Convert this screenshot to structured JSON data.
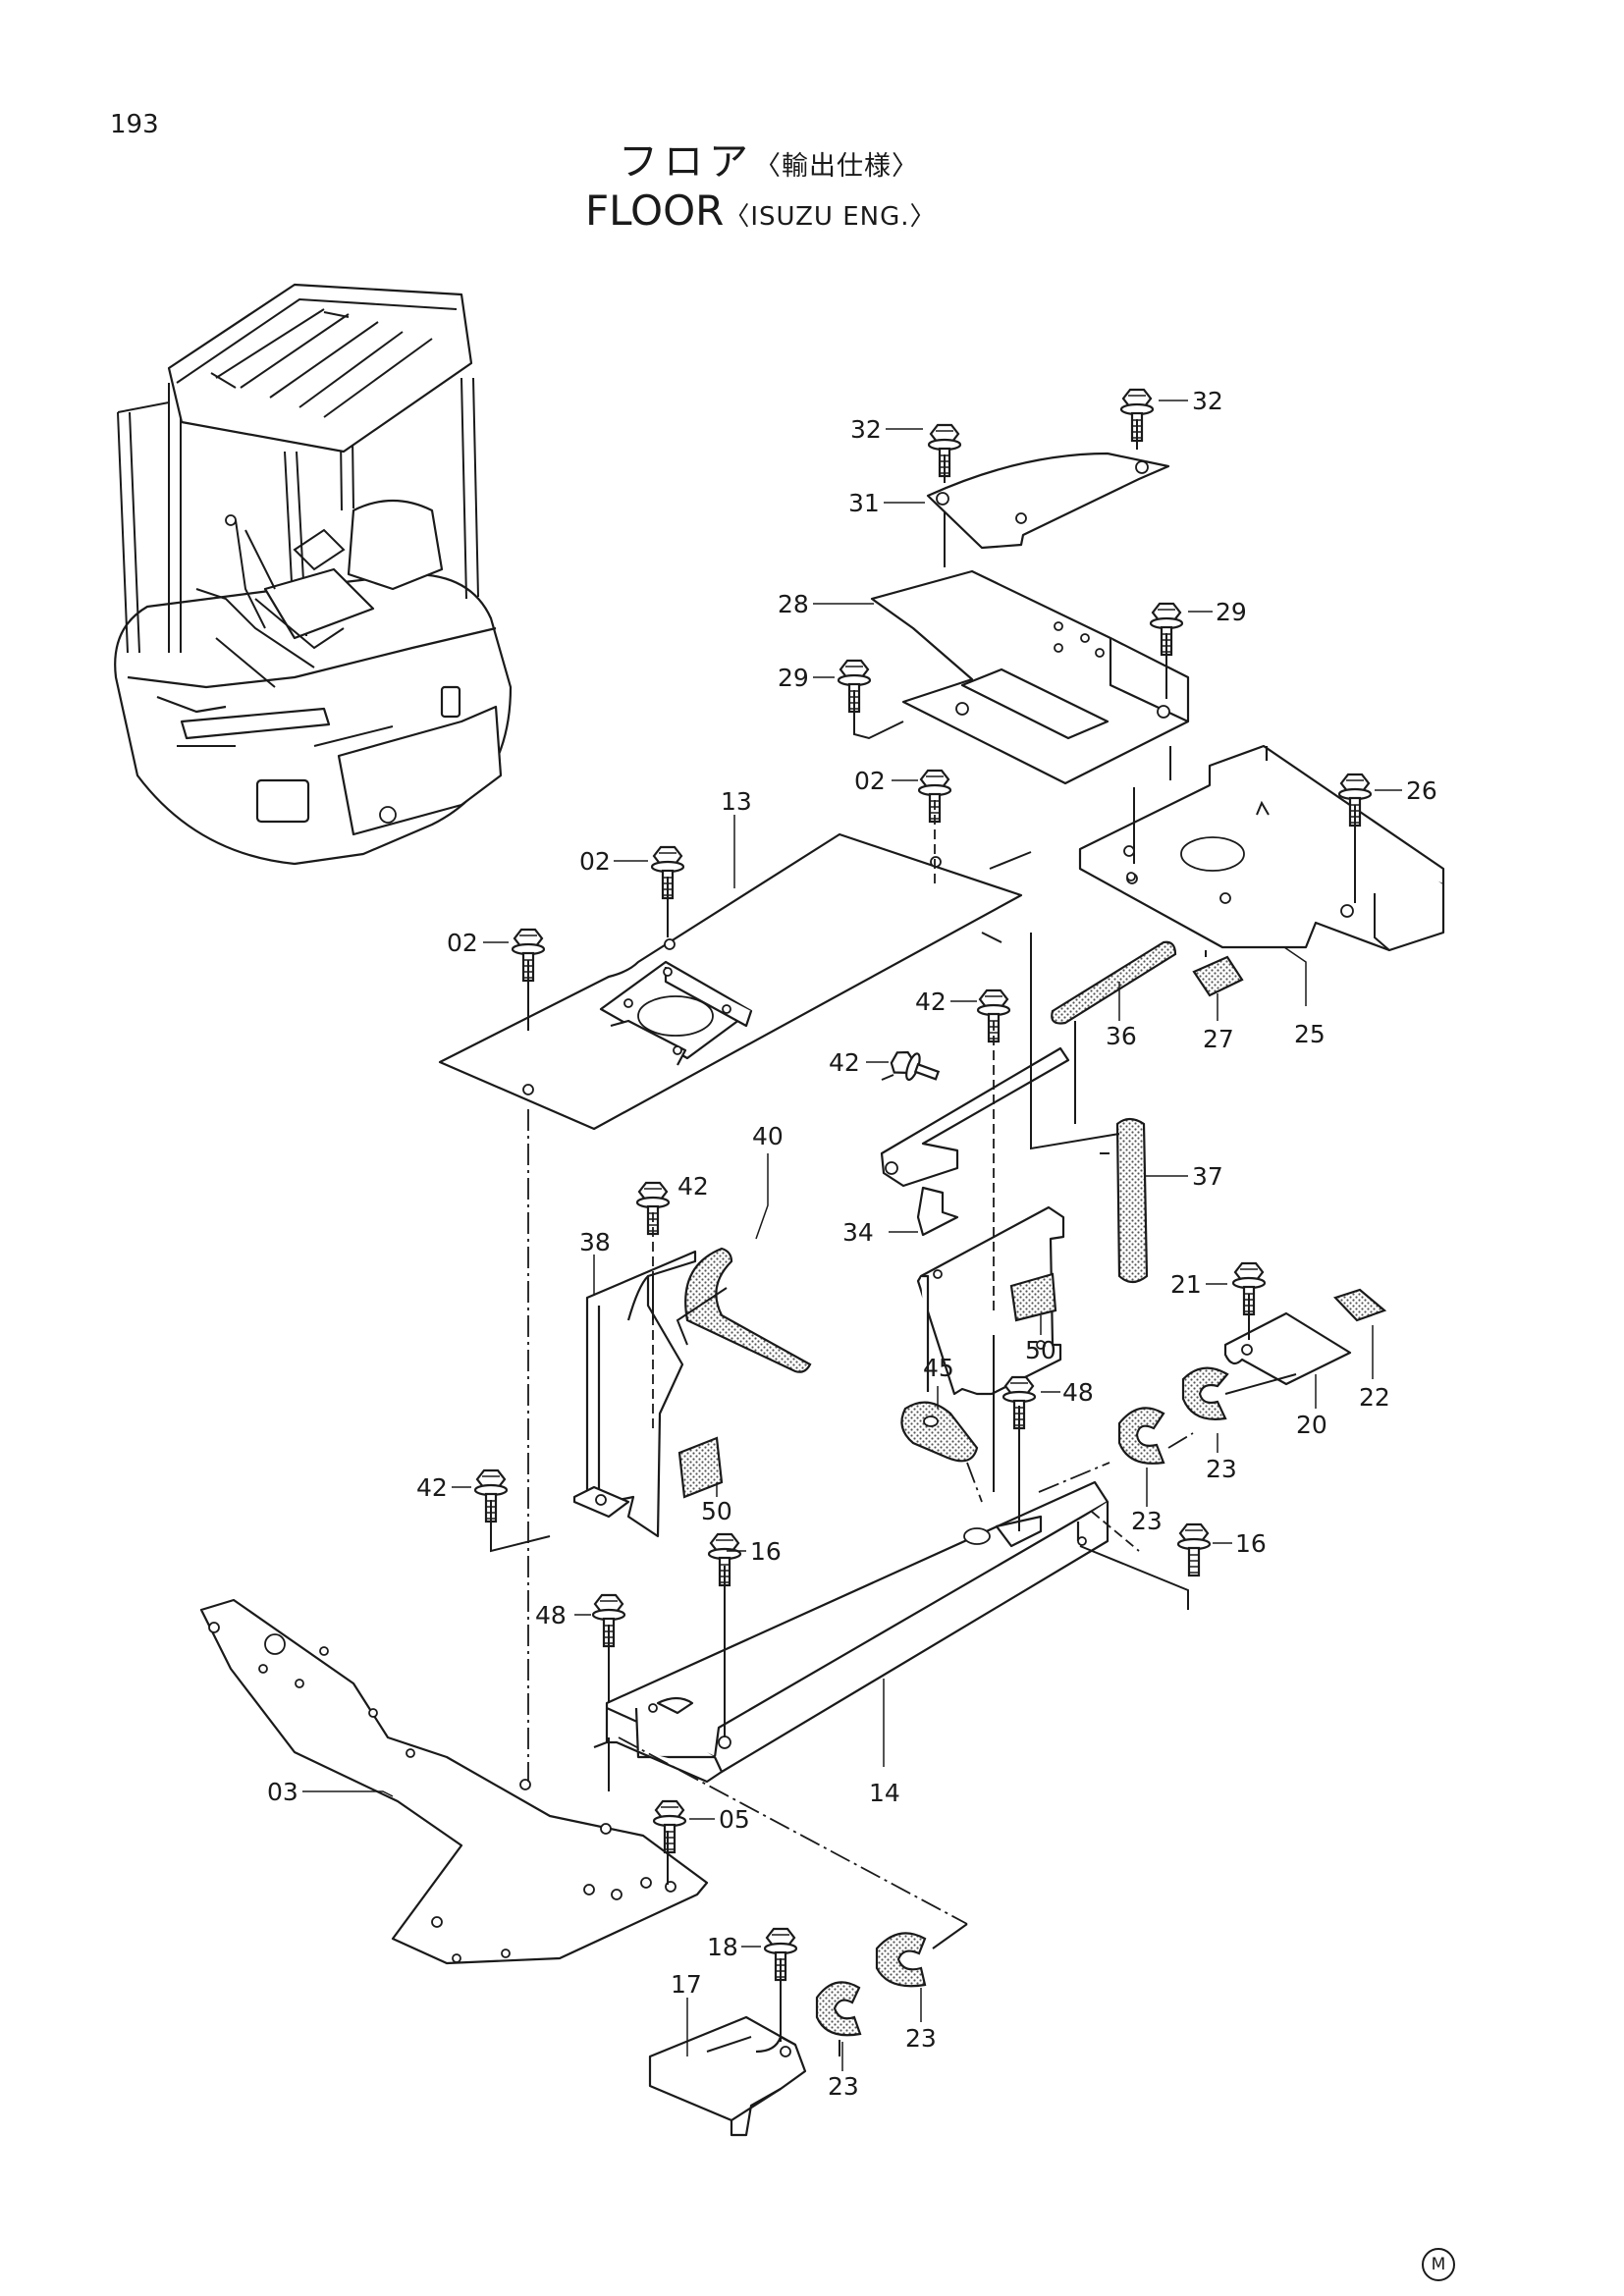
{
  "page_number": "193",
  "title": {
    "jp_main": "フロア",
    "jp_sub": "〈輸出仕様〉",
    "en_main": "FLOOR",
    "en_sub": "〈ISUZU ENG.〉"
  },
  "callouts": {
    "c32a": "32",
    "c32b": "32",
    "c31": "31",
    "c28": "28",
    "c29a": "29",
    "c29b": "29",
    "c02a": "02",
    "c02b": "02",
    "c02c": "02",
    "c26": "26",
    "c13": "13",
    "c25": "25",
    "c27": "27",
    "c36": "36",
    "c42a": "42",
    "c42b": "42",
    "c42c": "42",
    "c42d": "42",
    "c40": "40",
    "c37": "37",
    "c34": "34",
    "c38": "38",
    "c21": "21",
    "c22": "22",
    "c20": "20",
    "c50a": "50",
    "c50b": "50",
    "c45": "45",
    "c48a": "48",
    "c48b": "48",
    "c23a": "23",
    "c23b": "23",
    "c23c": "23",
    "c23d": "23",
    "c16a": "16",
    "c16b": "16",
    "c03": "03",
    "c05": "05",
    "c14": "14",
    "c18": "18",
    "c17": "17"
  },
  "corner_mark": "M",
  "icons": [
    "excavator-cab-illustration",
    "hex-flange-bolt",
    "rubber-grommet",
    "rubber-cushion"
  ]
}
